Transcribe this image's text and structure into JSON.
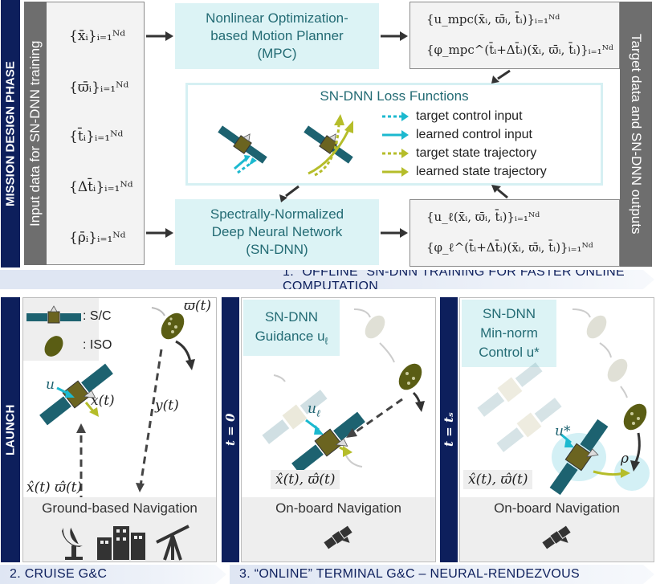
{
  "mission_design": {
    "phase_label": "MISSION DESIGN PHASE",
    "input_label": "Input data for SN-DNN training",
    "inputs": [
      "{x̄ᵢ}ᵢ₌₁ᴺᵈ",
      "{ϖ̄ᵢ}ᵢ₌₁ᴺᵈ",
      "{t̄ᵢ}ᵢ₌₁ᴺᵈ",
      "{Δt̄ᵢ}ᵢ₌₁ᴺᵈ",
      "{ρ̄ᵢ}ᵢ₌₁ᴺᵈ"
    ],
    "mpc_box": [
      "Nonlinear Optimization-",
      "based Motion Planner",
      "(MPC)"
    ],
    "sndnn_box": [
      "Spectrally-Normalized",
      "Deep Neural Network",
      "(SN-DNN)"
    ],
    "target_outputs": [
      "{u_mpc(x̄ᵢ, ϖ̄ᵢ, t̄ᵢ)}ᵢ₌₁ᴺᵈ",
      "{φ_mpc^(t̄ᵢ+Δt̄ᵢ)(x̄ᵢ, ϖ̄ᵢ, t̄ᵢ)}ᵢ₌₁ᴺᵈ"
    ],
    "learned_outputs": [
      "{u_ℓ(x̄ᵢ, ϖ̄ᵢ, t̄ᵢ)}ᵢ₌₁ᴺᵈ",
      "{φ_ℓ^(t̄ᵢ+Δt̄ᵢ)(x̄ᵢ, ϖ̄ᵢ, t̄ᵢ)}ᵢ₌₁ᴺᵈ"
    ],
    "output_label": "Target data and SN-DNN outputs",
    "loss_title": "SN-DNN Loss Functions",
    "legend": [
      {
        "label": "target control input",
        "color": "#1cb9cf",
        "dashed": true
      },
      {
        "label": "learned control input",
        "color": "#1cb9cf",
        "dashed": false
      },
      {
        "label": "target state trajectory",
        "color": "#b5bd2a",
        "dashed": true
      },
      {
        "label": "learned state trajectory",
        "color": "#b5bd2a",
        "dashed": false
      }
    ]
  },
  "phase1_label": "1. “OFFLINE” SN-DNN TRAINING FOR FASTER ONLINE COMPUTATION",
  "phase2_label": "2. CRUISE G&C",
  "phase3_label": "3. “ONLINE” TERMINAL G&C – NEURAL-RENDEZVOUS",
  "launch_label": "LAUNCH",
  "cruise": {
    "legend_sc": ": S/C",
    "legend_iso": ": ISO",
    "u_label": "u",
    "x_label": "x(t)",
    "y_label": "y(t)",
    "iso_label": "ϖ(t)",
    "estimate_label": "x̂(t) ϖ̂(t)",
    "nav_label": "Ground-based Navigation"
  },
  "terminal1": {
    "time_label": "t = 0",
    "title": "SN-DNN Guidance u_ℓ",
    "title_lines": [
      "SN-DNN",
      "Guidance u"
    ],
    "title_sub": "ℓ",
    "u_label": "u",
    "u_sub": "ℓ",
    "estimate_label": "x̂(t), ϖ̂(t)",
    "nav_label": "On-board Navigation"
  },
  "terminal2": {
    "time_label": "t = tₛ",
    "title_lines": [
      "SN-DNN",
      "Min-norm",
      "Control u*"
    ],
    "u_label": "u*",
    "rho_label": "ρ",
    "estimate_label": "x̂(t), ϖ̂(t)",
    "nav_label": "On-board Navigation"
  },
  "colors": {
    "navy": "#0d1f5c",
    "teal_text": "#236b74",
    "cyan_box": "#dcf3f5",
    "cyan_arrow": "#1cb9cf",
    "olive": "#b5bd2a",
    "iso": "#5a5d14",
    "sc_panel": "#1d6270",
    "sc_body": "#6b6420"
  },
  "icons": [
    "satellite-icon",
    "asteroid-icon",
    "satellite-dish-icon",
    "buildings-icon",
    "telescope-icon"
  ]
}
